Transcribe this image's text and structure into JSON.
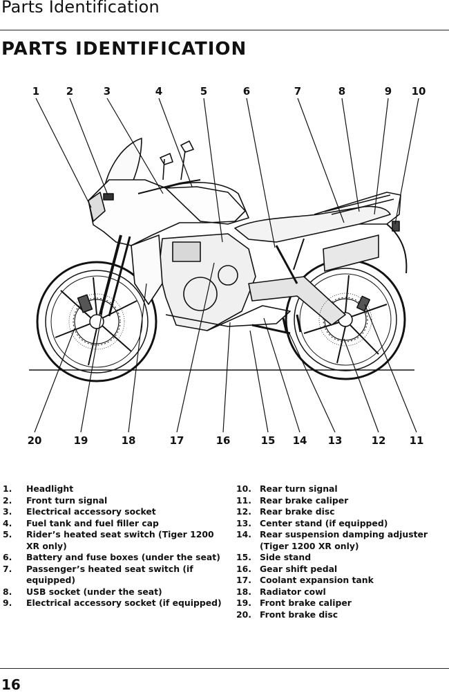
{
  "header": {
    "title": "Parts Identification"
  },
  "section_title": "PARTS IDENTIFICATION",
  "callouts_top": [
    "1",
    "2",
    "3",
    "4",
    "5",
    "6",
    "7",
    "8",
    "9",
    "10"
  ],
  "callouts_bottom": [
    "20",
    "19",
    "18",
    "17",
    "16",
    "15",
    "14",
    "13",
    "12",
    "11"
  ],
  "parts_left": [
    {
      "num": "1.",
      "label": "Headlight"
    },
    {
      "num": "2.",
      "label": "Front turn signal"
    },
    {
      "num": "3.",
      "label": "Electrical accessory socket"
    },
    {
      "num": "4.",
      "label": "Fuel tank and fuel filler cap"
    },
    {
      "num": "5.",
      "label": "Rider’s heated seat switch (Tiger 1200 XR only)"
    },
    {
      "num": "6.",
      "label": "Battery and fuse boxes (under the seat)"
    },
    {
      "num": "7.",
      "label": "Passenger’s heated seat switch (if equipped)"
    },
    {
      "num": "8.",
      "label": "USB socket (under the seat)"
    },
    {
      "num": "9.",
      "label": "Electrical accessory socket (if equipped)"
    }
  ],
  "parts_right": [
    {
      "num": "10.",
      "label": "Rear turn signal"
    },
    {
      "num": "11.",
      "label": "Rear brake caliper"
    },
    {
      "num": "12.",
      "label": "Rear brake disc"
    },
    {
      "num": "13.",
      "label": "Center stand (if equipped)"
    },
    {
      "num": "14.",
      "label": "Rear suspension damping adjuster (Tiger 1200 XR only)"
    },
    {
      "num": "15.",
      "label": "Side stand"
    },
    {
      "num": "16.",
      "label": "Gear shift pedal"
    },
    {
      "num": "17.",
      "label": "Coolant expansion tank"
    },
    {
      "num": "18.",
      "label": "Radiator cowl"
    },
    {
      "num": "19.",
      "label": "Front brake caliper"
    },
    {
      "num": "20.",
      "label": "Front brake disc"
    }
  ],
  "page_number": "16"
}
